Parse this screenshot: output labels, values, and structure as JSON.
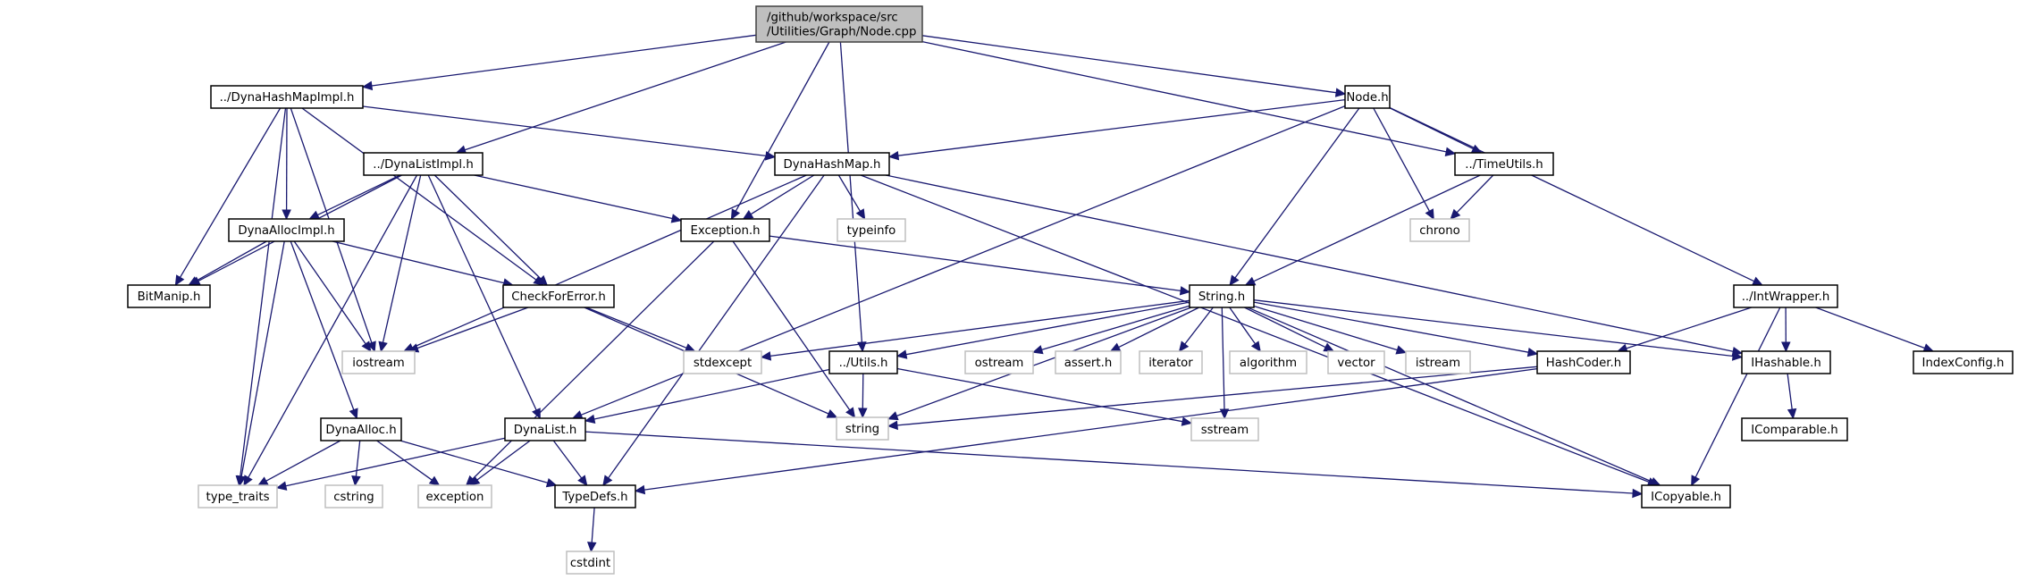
{
  "diagram": {
    "title": "/github/workspace/src/Utilities/Graph/Node.cpp include dependency graph",
    "colors": {
      "edge": "#191970",
      "root_fill": "#bfbfbf",
      "local_border": "#000000",
      "system_border": "#bfbfbf"
    },
    "nodes": [
      {
        "id": "root",
        "kind": "root",
        "label": [
          "/github/workspace/src",
          "/Utilities/Graph/Node.cpp"
        ]
      },
      {
        "id": "dynahashmapimpl",
        "kind": "local",
        "label": [
          "../DynaHashMapImpl.h"
        ]
      },
      {
        "id": "nodeh",
        "kind": "local",
        "label": [
          "Node.h"
        ]
      },
      {
        "id": "dynalistimpl",
        "kind": "local",
        "label": [
          "../DynaListImpl.h"
        ]
      },
      {
        "id": "dynahashmap",
        "kind": "local",
        "label": [
          "DynaHashMap.h"
        ]
      },
      {
        "id": "timeutils",
        "kind": "local",
        "label": [
          "../TimeUtils.h"
        ]
      },
      {
        "id": "dynaallocimpl",
        "kind": "local",
        "label": [
          "DynaAllocImpl.h"
        ]
      },
      {
        "id": "exception_h",
        "kind": "local",
        "label": [
          "Exception.h"
        ]
      },
      {
        "id": "typeinfo",
        "kind": "system",
        "label": [
          "typeinfo"
        ]
      },
      {
        "id": "chrono",
        "kind": "system",
        "label": [
          "chrono"
        ]
      },
      {
        "id": "bitmanip",
        "kind": "local",
        "label": [
          "BitManip.h"
        ]
      },
      {
        "id": "checkforerror",
        "kind": "local",
        "label": [
          "CheckForError.h"
        ]
      },
      {
        "id": "stringh",
        "kind": "local",
        "label": [
          "String.h"
        ]
      },
      {
        "id": "intwrapper",
        "kind": "local",
        "label": [
          "../IntWrapper.h"
        ]
      },
      {
        "id": "iostream",
        "kind": "system",
        "label": [
          "iostream"
        ]
      },
      {
        "id": "stdexcept",
        "kind": "system",
        "label": [
          "stdexcept"
        ]
      },
      {
        "id": "utils",
        "kind": "local",
        "label": [
          "../Utils.h"
        ]
      },
      {
        "id": "ostream",
        "kind": "system",
        "label": [
          "ostream"
        ]
      },
      {
        "id": "asserth",
        "kind": "system",
        "label": [
          "assert.h"
        ]
      },
      {
        "id": "iterator",
        "kind": "system",
        "label": [
          "iterator"
        ]
      },
      {
        "id": "algorithm",
        "kind": "system",
        "label": [
          "algorithm"
        ]
      },
      {
        "id": "vector",
        "kind": "system",
        "label": [
          "vector"
        ]
      },
      {
        "id": "istream",
        "kind": "system",
        "label": [
          "istream"
        ]
      },
      {
        "id": "hashcoder",
        "kind": "local",
        "label": [
          "HashCoder.h"
        ]
      },
      {
        "id": "ihashable",
        "kind": "local",
        "label": [
          "IHashable.h"
        ]
      },
      {
        "id": "indexconfig",
        "kind": "local",
        "label": [
          "IndexConfig.h"
        ]
      },
      {
        "id": "dynaalloc",
        "kind": "local",
        "label": [
          "DynaAlloc.h"
        ]
      },
      {
        "id": "dynalist",
        "kind": "local",
        "label": [
          "DynaList.h"
        ]
      },
      {
        "id": "stringstd",
        "kind": "system",
        "label": [
          "string"
        ]
      },
      {
        "id": "sstream",
        "kind": "system",
        "label": [
          "sstream"
        ]
      },
      {
        "id": "icomparable",
        "kind": "local",
        "label": [
          "IComparable.h"
        ]
      },
      {
        "id": "type_traits",
        "kind": "system",
        "label": [
          "type_traits"
        ]
      },
      {
        "id": "cstring",
        "kind": "system",
        "label": [
          "cstring"
        ]
      },
      {
        "id": "exception_std",
        "kind": "system",
        "label": [
          "exception"
        ]
      },
      {
        "id": "typedefs",
        "kind": "local",
        "label": [
          "TypeDefs.h"
        ]
      },
      {
        "id": "icopyable",
        "kind": "local",
        "label": [
          "ICopyable.h"
        ]
      },
      {
        "id": "cstdint",
        "kind": "system",
        "label": [
          "cstdint"
        ]
      }
    ],
    "edges": [
      [
        "root",
        "dynahashmapimpl"
      ],
      [
        "root",
        "nodeh"
      ],
      [
        "root",
        "dynalistimpl"
      ],
      [
        "root",
        "exception_h"
      ],
      [
        "root",
        "utils"
      ],
      [
        "root",
        "timeutils"
      ],
      [
        "dynahashmapimpl",
        "dynahashmap"
      ],
      [
        "dynahashmapimpl",
        "dynaallocimpl"
      ],
      [
        "dynahashmapimpl",
        "bitmanip"
      ],
      [
        "dynahashmapimpl",
        "checkforerror"
      ],
      [
        "dynahashmapimpl",
        "iostream"
      ],
      [
        "dynahashmapimpl",
        "type_traits"
      ],
      [
        "nodeh",
        "dynahashmap"
      ],
      [
        "nodeh",
        "dynalist"
      ],
      [
        "nodeh",
        "timeutils"
      ],
      [
        "nodeh",
        "chrono"
      ],
      [
        "nodeh",
        "stringh"
      ],
      [
        "nodeh",
        "intwrapper"
      ],
      [
        "dynalistimpl",
        "dynaallocimpl"
      ],
      [
        "dynalistimpl",
        "bitmanip"
      ],
      [
        "dynalistimpl",
        "checkforerror"
      ],
      [
        "dynalistimpl",
        "exception_h"
      ],
      [
        "dynalistimpl",
        "iostream"
      ],
      [
        "dynalistimpl",
        "dynalist"
      ],
      [
        "dynalistimpl",
        "type_traits"
      ],
      [
        "dynahashmap",
        "exception_h"
      ],
      [
        "dynahashmap",
        "typeinfo"
      ],
      [
        "dynahashmap",
        "iostream"
      ],
      [
        "dynahashmap",
        "typedefs"
      ],
      [
        "dynahashmap",
        "icopyable"
      ],
      [
        "dynahashmap",
        "ihashable"
      ],
      [
        "timeutils",
        "chrono"
      ],
      [
        "timeutils",
        "stringh"
      ],
      [
        "dynaallocimpl",
        "bitmanip"
      ],
      [
        "dynaallocimpl",
        "checkforerror"
      ],
      [
        "dynaallocimpl",
        "iostream"
      ],
      [
        "dynaallocimpl",
        "dynaalloc"
      ],
      [
        "dynaallocimpl",
        "type_traits"
      ],
      [
        "exception_h",
        "stringh"
      ],
      [
        "exception_h",
        "stringstd"
      ],
      [
        "exception_h",
        "exception_std"
      ],
      [
        "checkforerror",
        "iostream"
      ],
      [
        "checkforerror",
        "stdexcept"
      ],
      [
        "checkforerror",
        "stringstd"
      ],
      [
        "stringh",
        "stdexcept"
      ],
      [
        "stringh",
        "utils"
      ],
      [
        "stringh",
        "stringstd"
      ],
      [
        "stringh",
        "ostream"
      ],
      [
        "stringh",
        "asserth"
      ],
      [
        "stringh",
        "iterator"
      ],
      [
        "stringh",
        "algorithm"
      ],
      [
        "stringh",
        "vector"
      ],
      [
        "stringh",
        "istream"
      ],
      [
        "stringh",
        "hashcoder"
      ],
      [
        "stringh",
        "ihashable"
      ],
      [
        "stringh",
        "sstream"
      ],
      [
        "stringh",
        "icopyable"
      ],
      [
        "intwrapper",
        "hashcoder"
      ],
      [
        "intwrapper",
        "ihashable"
      ],
      [
        "intwrapper",
        "indexconfig"
      ],
      [
        "intwrapper",
        "icopyable"
      ],
      [
        "utils",
        "stringstd"
      ],
      [
        "utils",
        "sstream"
      ],
      [
        "utils",
        "dynalist"
      ],
      [
        "hashcoder",
        "stringstd"
      ],
      [
        "hashcoder",
        "typedefs"
      ],
      [
        "ihashable",
        "icomparable"
      ],
      [
        "dynaalloc",
        "type_traits"
      ],
      [
        "dynaalloc",
        "cstring"
      ],
      [
        "dynaalloc",
        "exception_std"
      ],
      [
        "dynaalloc",
        "typedefs"
      ],
      [
        "dynalist",
        "type_traits"
      ],
      [
        "dynalist",
        "exception_std"
      ],
      [
        "dynalist",
        "typedefs"
      ],
      [
        "dynalist",
        "icopyable"
      ],
      [
        "typedefs",
        "cstdint"
      ]
    ]
  }
}
